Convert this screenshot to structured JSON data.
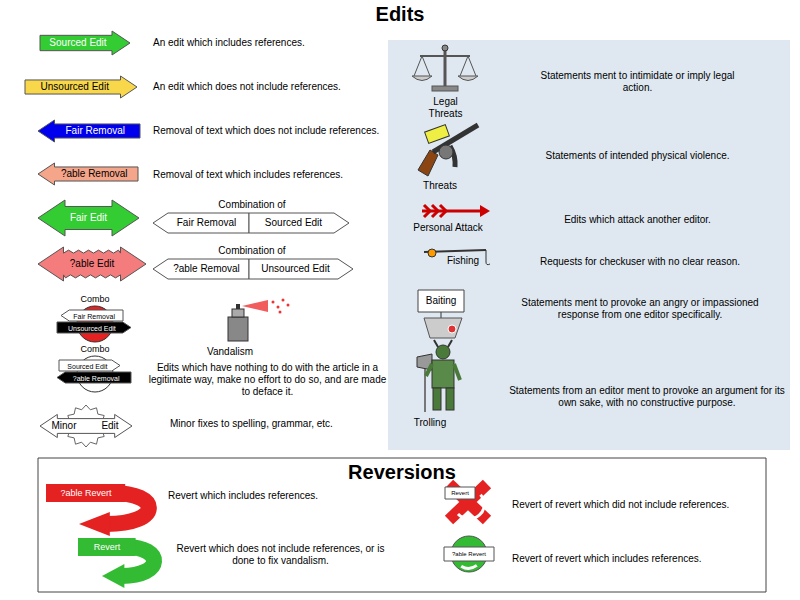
{
  "diagram": {
    "title": "Edits",
    "nodes": [
      {
        "text": [
          "Sourced Edit"
        ]
      },
      {
        "text": [
          "Unsourced Edit"
        ]
      },
      {
        "text": [
          "Fair Removal"
        ]
      },
      {
        "text": [
          "?able Removal"
        ]
      },
      {
        "text": [
          "Fair Edit"
        ]
      },
      {
        "text": [
          "Fair Removal"
        ]
      },
      {
        "text": [
          "Sourced Edit"
        ]
      },
      {
        "text": [
          "?able Edit"
        ]
      },
      {
        "text": [
          "?able Removal"
        ]
      },
      {
        "text": [
          "Unsourced Edit"
        ]
      },
      {
        "text": [
          "Combo"
        ]
      },
      {
        "text": [
          "Fair Removal"
        ],
        "in": 10
      },
      {
        "text": [
          "Unsourced Edit"
        ],
        "in": 10
      },
      {
        "text": [
          "Combo"
        ]
      },
      {
        "text": [
          "Sourced Edit"
        ],
        "in": 13
      },
      {
        "text": [
          "?able Removal"
        ],
        "in": 13
      },
      {
        "text": [
          "Minor",
          "Edit"
        ]
      },
      {
        "text": [
          "Baiting"
        ]
      },
      {
        "text": [
          "Reversions"
        ]
      },
      {
        "text": [
          "?able Revert"
        ],
        "in": 18
      },
      {
        "text": [
          "Revert"
        ],
        "in": 18
      },
      {
        "text": [
          "Revert"
        ],
        "in": 18
      },
      {
        "text": [
          "?able Revert"
        ],
        "in": 18
      }
    ],
    "labels": [
      "An edit which includes references.",
      "An edit which does not include references.",
      "Removal of text which does not include references.",
      "Removal of text which includes references.",
      "Combination of",
      "Combination of",
      "Vandalism",
      "Edits which have nothing to do with the article in a legitimate way, make no effort to do so, and are made to deface it.",
      "Minor fixes to spelling, grammar, etc.",
      "Legal Threats",
      "Statements ment to intimidate or imply legal action.",
      "Threats",
      "Statements of intended physical violence.",
      "Personal Attack",
      "Edits which attack another editor.",
      "Fishing",
      "Requests for checkuser with no clear reason.",
      "Statements ment to provoke an angry or impassioned response from one editor specifically.",
      "Trolling",
      "Statements from an editor ment to provoke an argument for its own sake, with no constructive purpose.",
      "Revert which includes references.",
      "Revert which does not include references, or is done to fix vandalism.",
      "Revert of revert which did not include references.",
      "Revert of revert which includes references."
    ]
  }
}
